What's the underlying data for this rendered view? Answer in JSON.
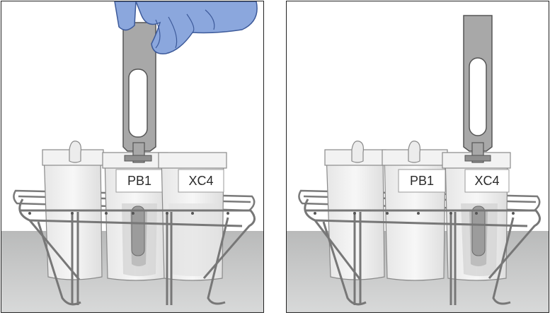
{
  "panels": [
    {
      "label_1": "PB1",
      "label_2": "XC4"
    },
    {
      "label_1": "PB1",
      "label_2": "XC4"
    }
  ],
  "colors": {
    "floor": "#cfd0d0",
    "container": "#efefef",
    "strip": "#a9a9a9",
    "wire": "#7a7a7a",
    "glove": "#8ba7dd"
  }
}
